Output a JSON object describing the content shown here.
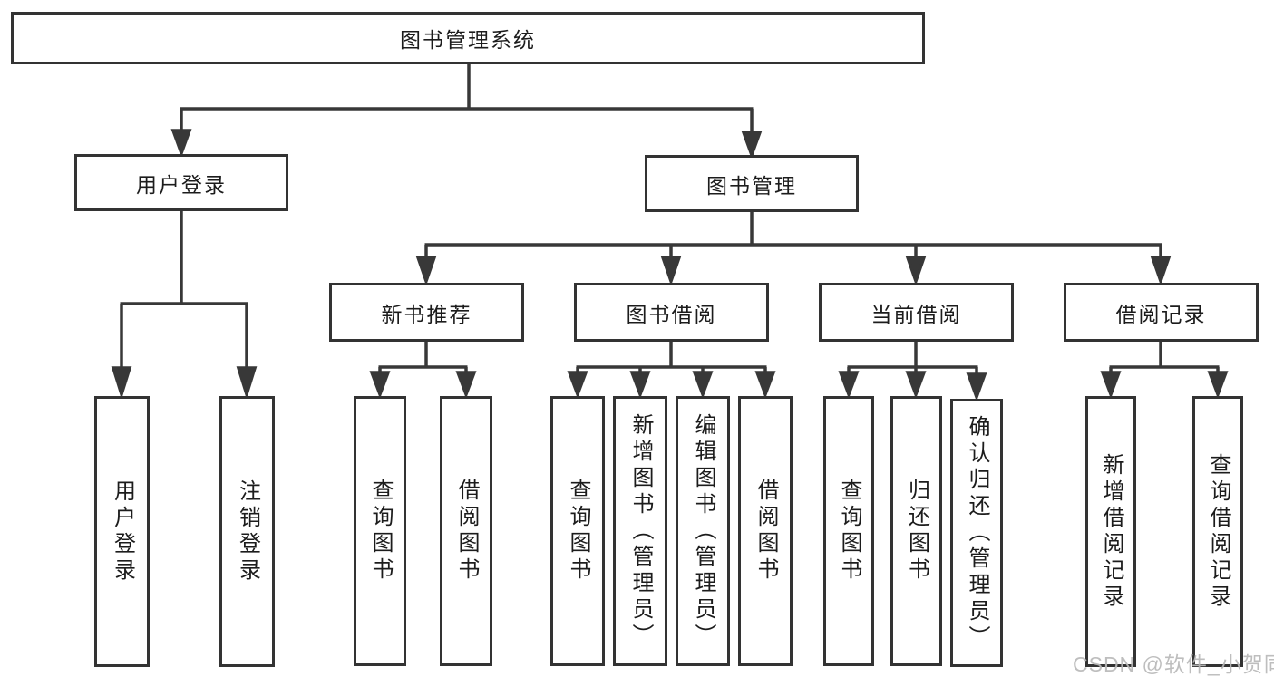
{
  "diagram": {
    "root": {
      "label": "图书管理系统"
    },
    "user_branch": {
      "label": "用户登录",
      "children": [
        {
          "label": "用户登录"
        },
        {
          "label": "注销登录"
        }
      ]
    },
    "book_branch": {
      "label": "图书管理",
      "sections": [
        {
          "label": "新书推荐",
          "children": [
            {
              "label": "查询图书"
            },
            {
              "label": "借阅图书"
            }
          ]
        },
        {
          "label": "图书借阅",
          "children": [
            {
              "label": "查询图书"
            },
            {
              "label": "新增图书（管理员）"
            },
            {
              "label": "编辑图书（管理员）"
            },
            {
              "label": "借阅图书"
            }
          ]
        },
        {
          "label": "当前借阅",
          "children": [
            {
              "label": "查询图书"
            },
            {
              "label": "归还图书"
            },
            {
              "label": "确认归还（管理员）"
            }
          ]
        },
        {
          "label": "借阅记录",
          "children": [
            {
              "label": "新增借阅记录"
            },
            {
              "label": "查询借阅记录"
            }
          ]
        }
      ]
    }
  },
  "watermark": {
    "text": "CSDN @软件_小贺同学"
  },
  "colors": {
    "line": "#383838",
    "box_border": "#333333",
    "text": "#1c1c1c",
    "watermark": "#b9b9b9",
    "background": "#ffffff"
  }
}
